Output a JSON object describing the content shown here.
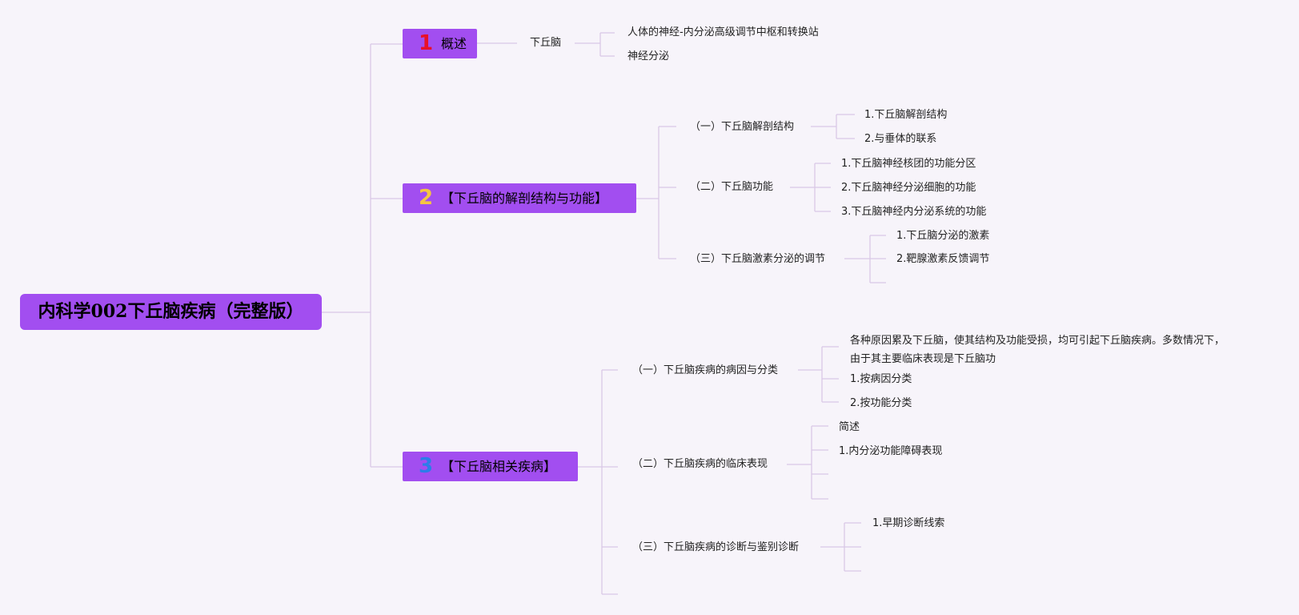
{
  "root": {
    "title": "内科学002下丘脑疾病（完整版）"
  },
  "branches": [
    {
      "num": "1",
      "num_color": "#e8102a",
      "label": "概述",
      "children": [
        {
          "label": "下丘脑",
          "children": [
            "人体的神经-内分泌高级调节中枢和转换站",
            "神经分泌"
          ]
        }
      ]
    },
    {
      "num": "2",
      "num_color": "#f5c542",
      "label": "【下丘脑的解剖结构与功能】",
      "children": [
        {
          "label": "（一）下丘脑解剖结构",
          "children": [
            "1.下丘脑解剖结构",
            "2.与垂体的联系"
          ]
        },
        {
          "label": "（二）下丘脑功能",
          "children": [
            "1.下丘脑神经核团的功能分区",
            "2.下丘脑神经分泌细胞的功能",
            "3.下丘脑神经内分泌系统的功能"
          ]
        },
        {
          "label": "（三）下丘脑激素分泌的调节",
          "children": [
            "1.下丘脑分泌的激素",
            "2.靶腺激素反馈调节"
          ]
        }
      ]
    },
    {
      "num": "3",
      "num_color": "#2b7de9",
      "label": "【下丘脑相关疾病】",
      "children": [
        {
          "label": "（一）下丘脑疾病的病因与分类",
          "children": [
            "各种原因累及下丘脑，使其结构及功能受损，均可引起下丘脑疾病。多数情况下，由于其主要临床表现是下丘脑功",
            "1.按病因分类",
            "2.按功能分类"
          ]
        },
        {
          "label": "（二）下丘脑疾病的临床表现",
          "children": [
            "简述",
            "1.内分泌功能障碍表现"
          ]
        },
        {
          "label": "（三）下丘脑疾病的诊断与鉴别诊断",
          "children": [
            "1.早期诊断线索"
          ]
        }
      ]
    }
  ]
}
